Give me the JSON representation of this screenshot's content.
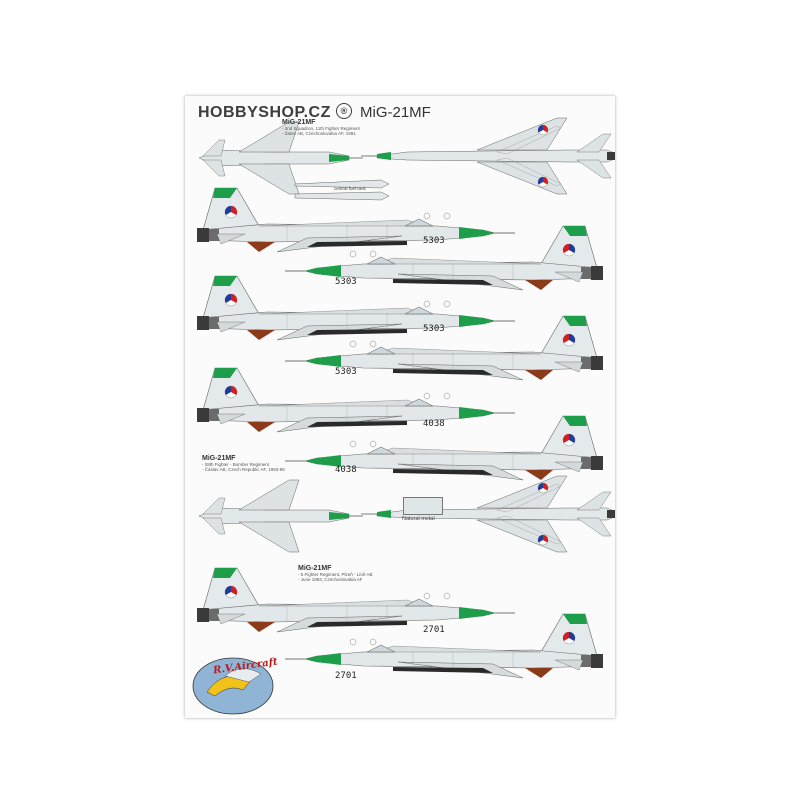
{
  "watermark": {
    "text": "HOBBYSHOP.CZ",
    "symbol": "®"
  },
  "header": {
    "title": "MiG-21MF"
  },
  "sections": [
    {
      "title": "MiG-21MF",
      "lines": [
        "- 2nd Squadron, 11th Fighter Regiment",
        "- Žatec AB, Czechoslovakia AF, 1991"
      ]
    },
    {
      "title": "MiG-21MF",
      "lines": [
        "- 28th Fighter - Bomber Regiment",
        "- Čáslav AB, Czech Republic AF, 1993-95"
      ]
    },
    {
      "title": "MiG-21MF",
      "lines": [
        "- 5 Fighter Regiment, Plzeň - Líně AB",
        "- June 1993, Czechoslovakia AF"
      ]
    }
  ],
  "labels": {
    "fuel_tank": "central fuel tank",
    "swatch": "Natural metal"
  },
  "serials": [
    "5303",
    "5303",
    "5303",
    "5303",
    "4038",
    "4038",
    "2701",
    "2701"
  ],
  "logo": {
    "text": "R.V.Aircraft"
  },
  "colors": {
    "natural_metal": "#dfe6e8",
    "green": "#1e9e4a",
    "brown": "#8b3a1a",
    "dark_panel": "#2a2a2a",
    "roundel_red": "#d21f1f",
    "roundel_blue": "#1f3b9c"
  }
}
